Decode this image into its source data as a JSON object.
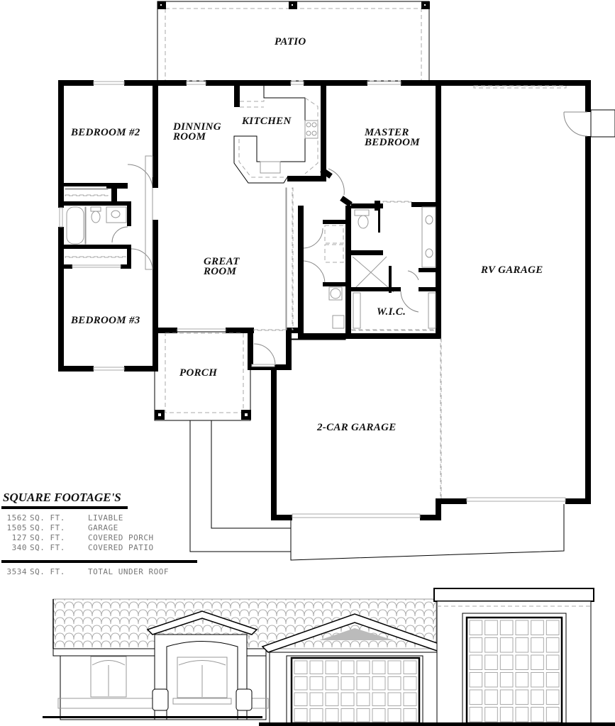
{
  "plan": {
    "rooms": {
      "patio": "PATIO",
      "bedroom2": "BEDROOM #2",
      "dining_line1": "DINNING",
      "dining_line2": "ROOM",
      "kitchen": "KITCHEN",
      "master_line1": "MASTER",
      "master_line2": "BEDROOM",
      "great_line1": "GREAT",
      "great_line2": "ROOM",
      "rv_garage": "RV GARAGE",
      "wic": "W.I.C.",
      "bedroom3": "BEDROOM #3",
      "porch": "PORCH",
      "two_car_garage": "2-CAR GARAGE"
    }
  },
  "square_footage": {
    "title": "SQUARE FOOTAGE'S",
    "rows": [
      {
        "amount": "1562",
        "unit": "SQ. FT.",
        "label": "LIVABLE"
      },
      {
        "amount": "1505",
        "unit": "SQ. FT.",
        "label": "GARAGE"
      },
      {
        "amount": "127",
        "unit": "SQ. FT.",
        "label": "COVERED PORCH"
      },
      {
        "amount": "340",
        "unit": "SQ. FT.",
        "label": "COVERED PATIO"
      }
    ],
    "total": {
      "amount": "3534",
      "unit": "SQ. FT.",
      "label": "TOTAL UNDER ROOF"
    }
  },
  "elevation": {
    "description": "Front elevation: tile roof, gabled entry porch with arched window, gabled 2-car garage door (8x4 panels), flat-parapet RV garage door (6x6 panels)",
    "two_car_door_panels": {
      "cols": 8,
      "rows": 4
    },
    "rv_door_panels": {
      "cols": 6,
      "rows": 6
    }
  }
}
